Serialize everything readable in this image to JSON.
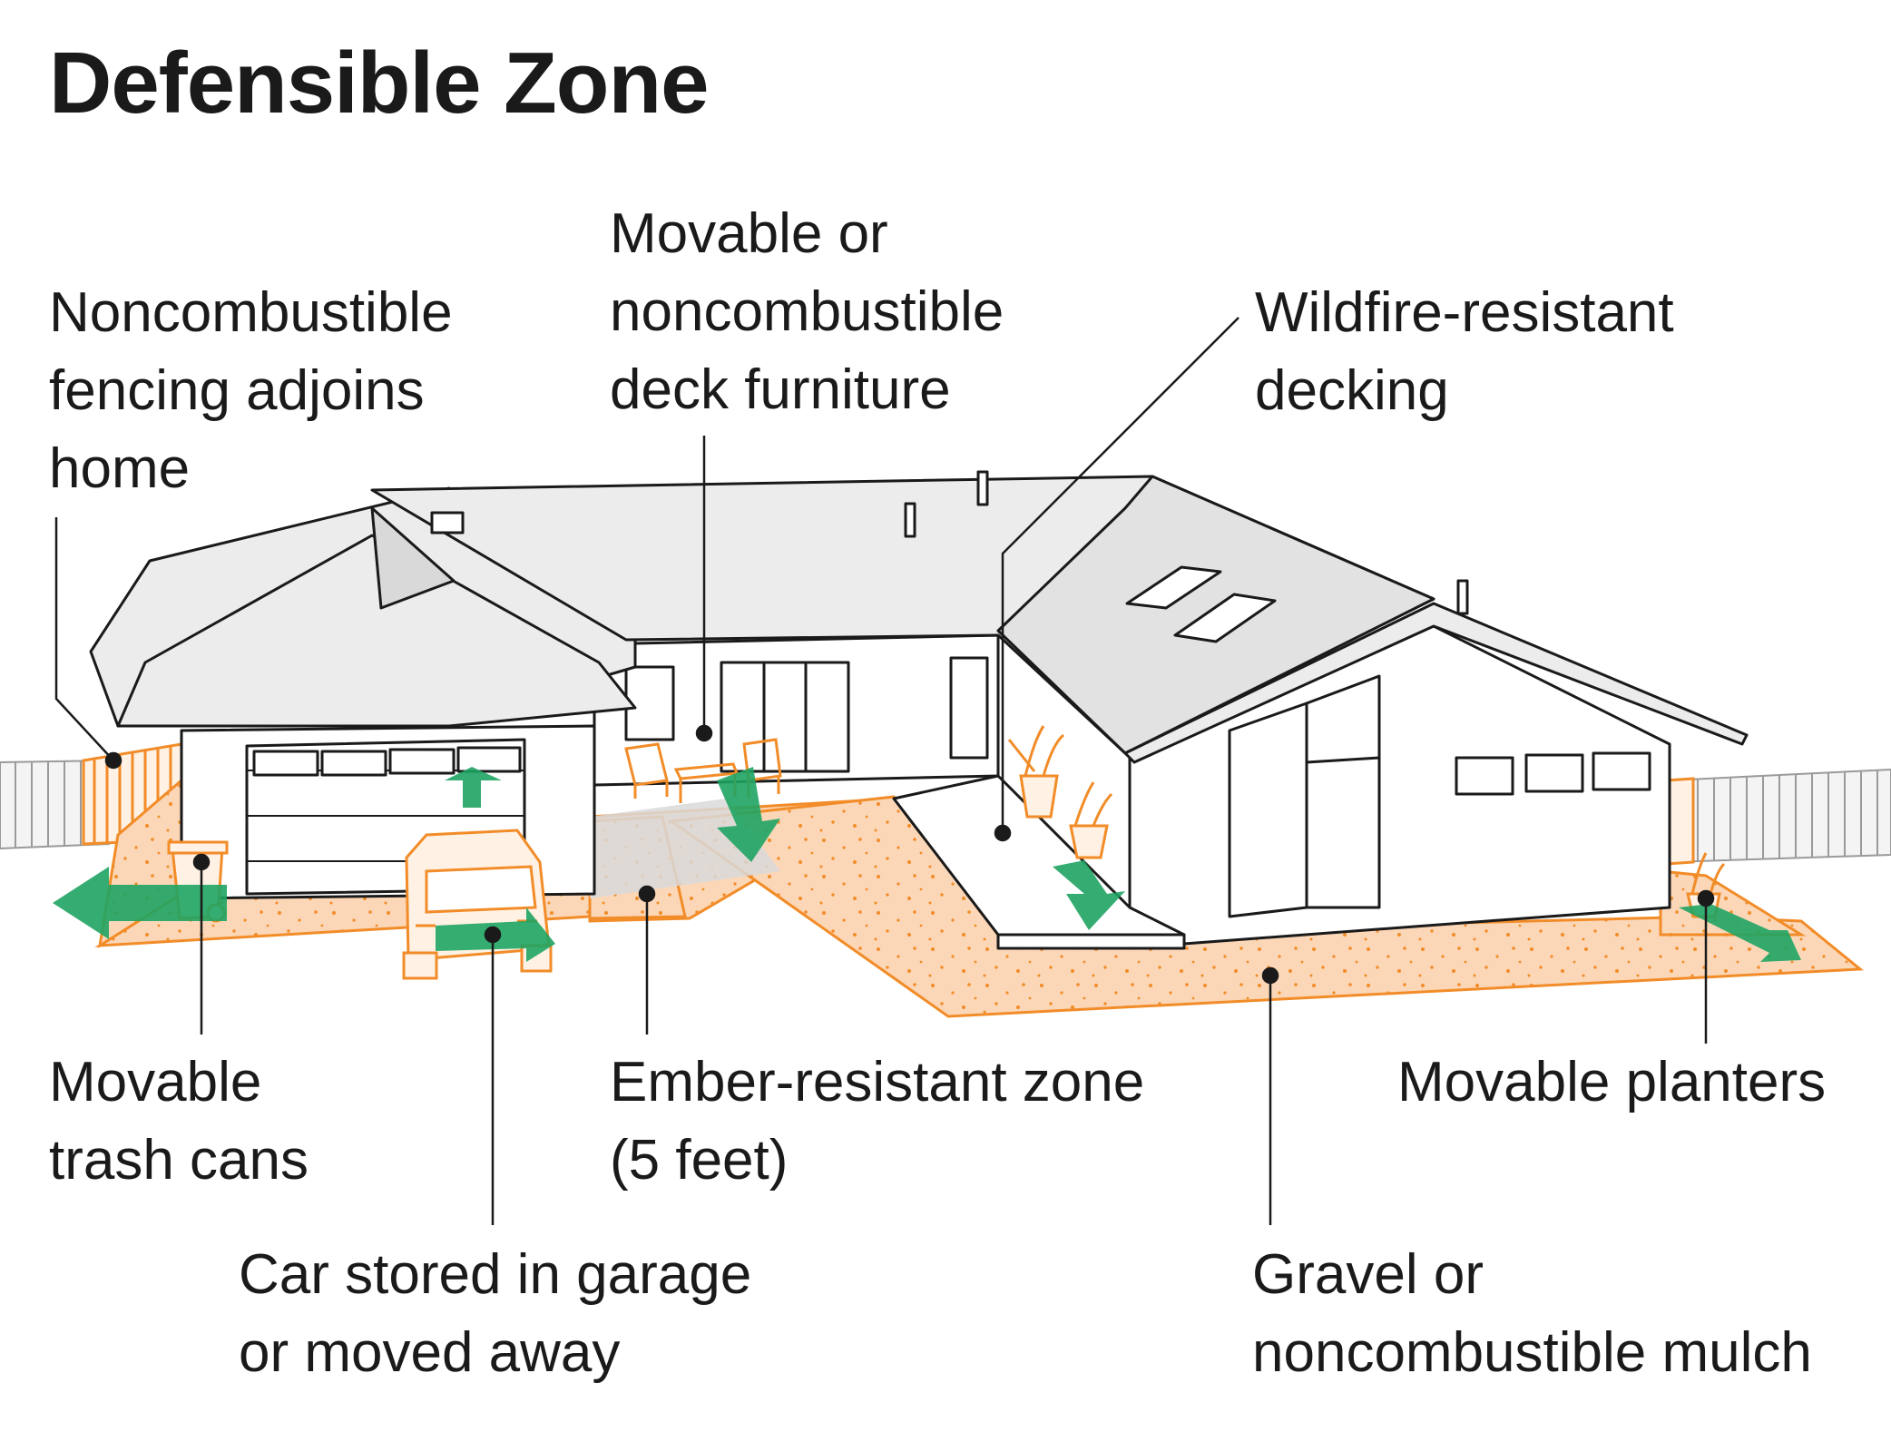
{
  "title": "Defensible Zone",
  "colors": {
    "ember_zone": "#fbd7b8",
    "ember_zone_border": "#f28c28",
    "arrow": "#1fa463",
    "line": "#1a1a1a",
    "roof": "#ececec",
    "wall": "#ffffff",
    "shadow": "#d9d9d9"
  },
  "labels": {
    "fencing": [
      "Noncombustible",
      "fencing adjoins",
      "home"
    ],
    "furniture": [
      "Movable or",
      "noncombustible",
      "deck furniture"
    ],
    "decking": [
      "Wildfire-resistant",
      "decking"
    ],
    "trash": [
      "Movable",
      "trash cans"
    ],
    "ember": [
      "Ember-resistant zone",
      "(5 feet)"
    ],
    "planters": [
      "Movable planters"
    ],
    "car": [
      "Car stored in garage",
      "or moved away"
    ],
    "gravel": [
      "Gravel or",
      "noncombustible mulch"
    ]
  }
}
